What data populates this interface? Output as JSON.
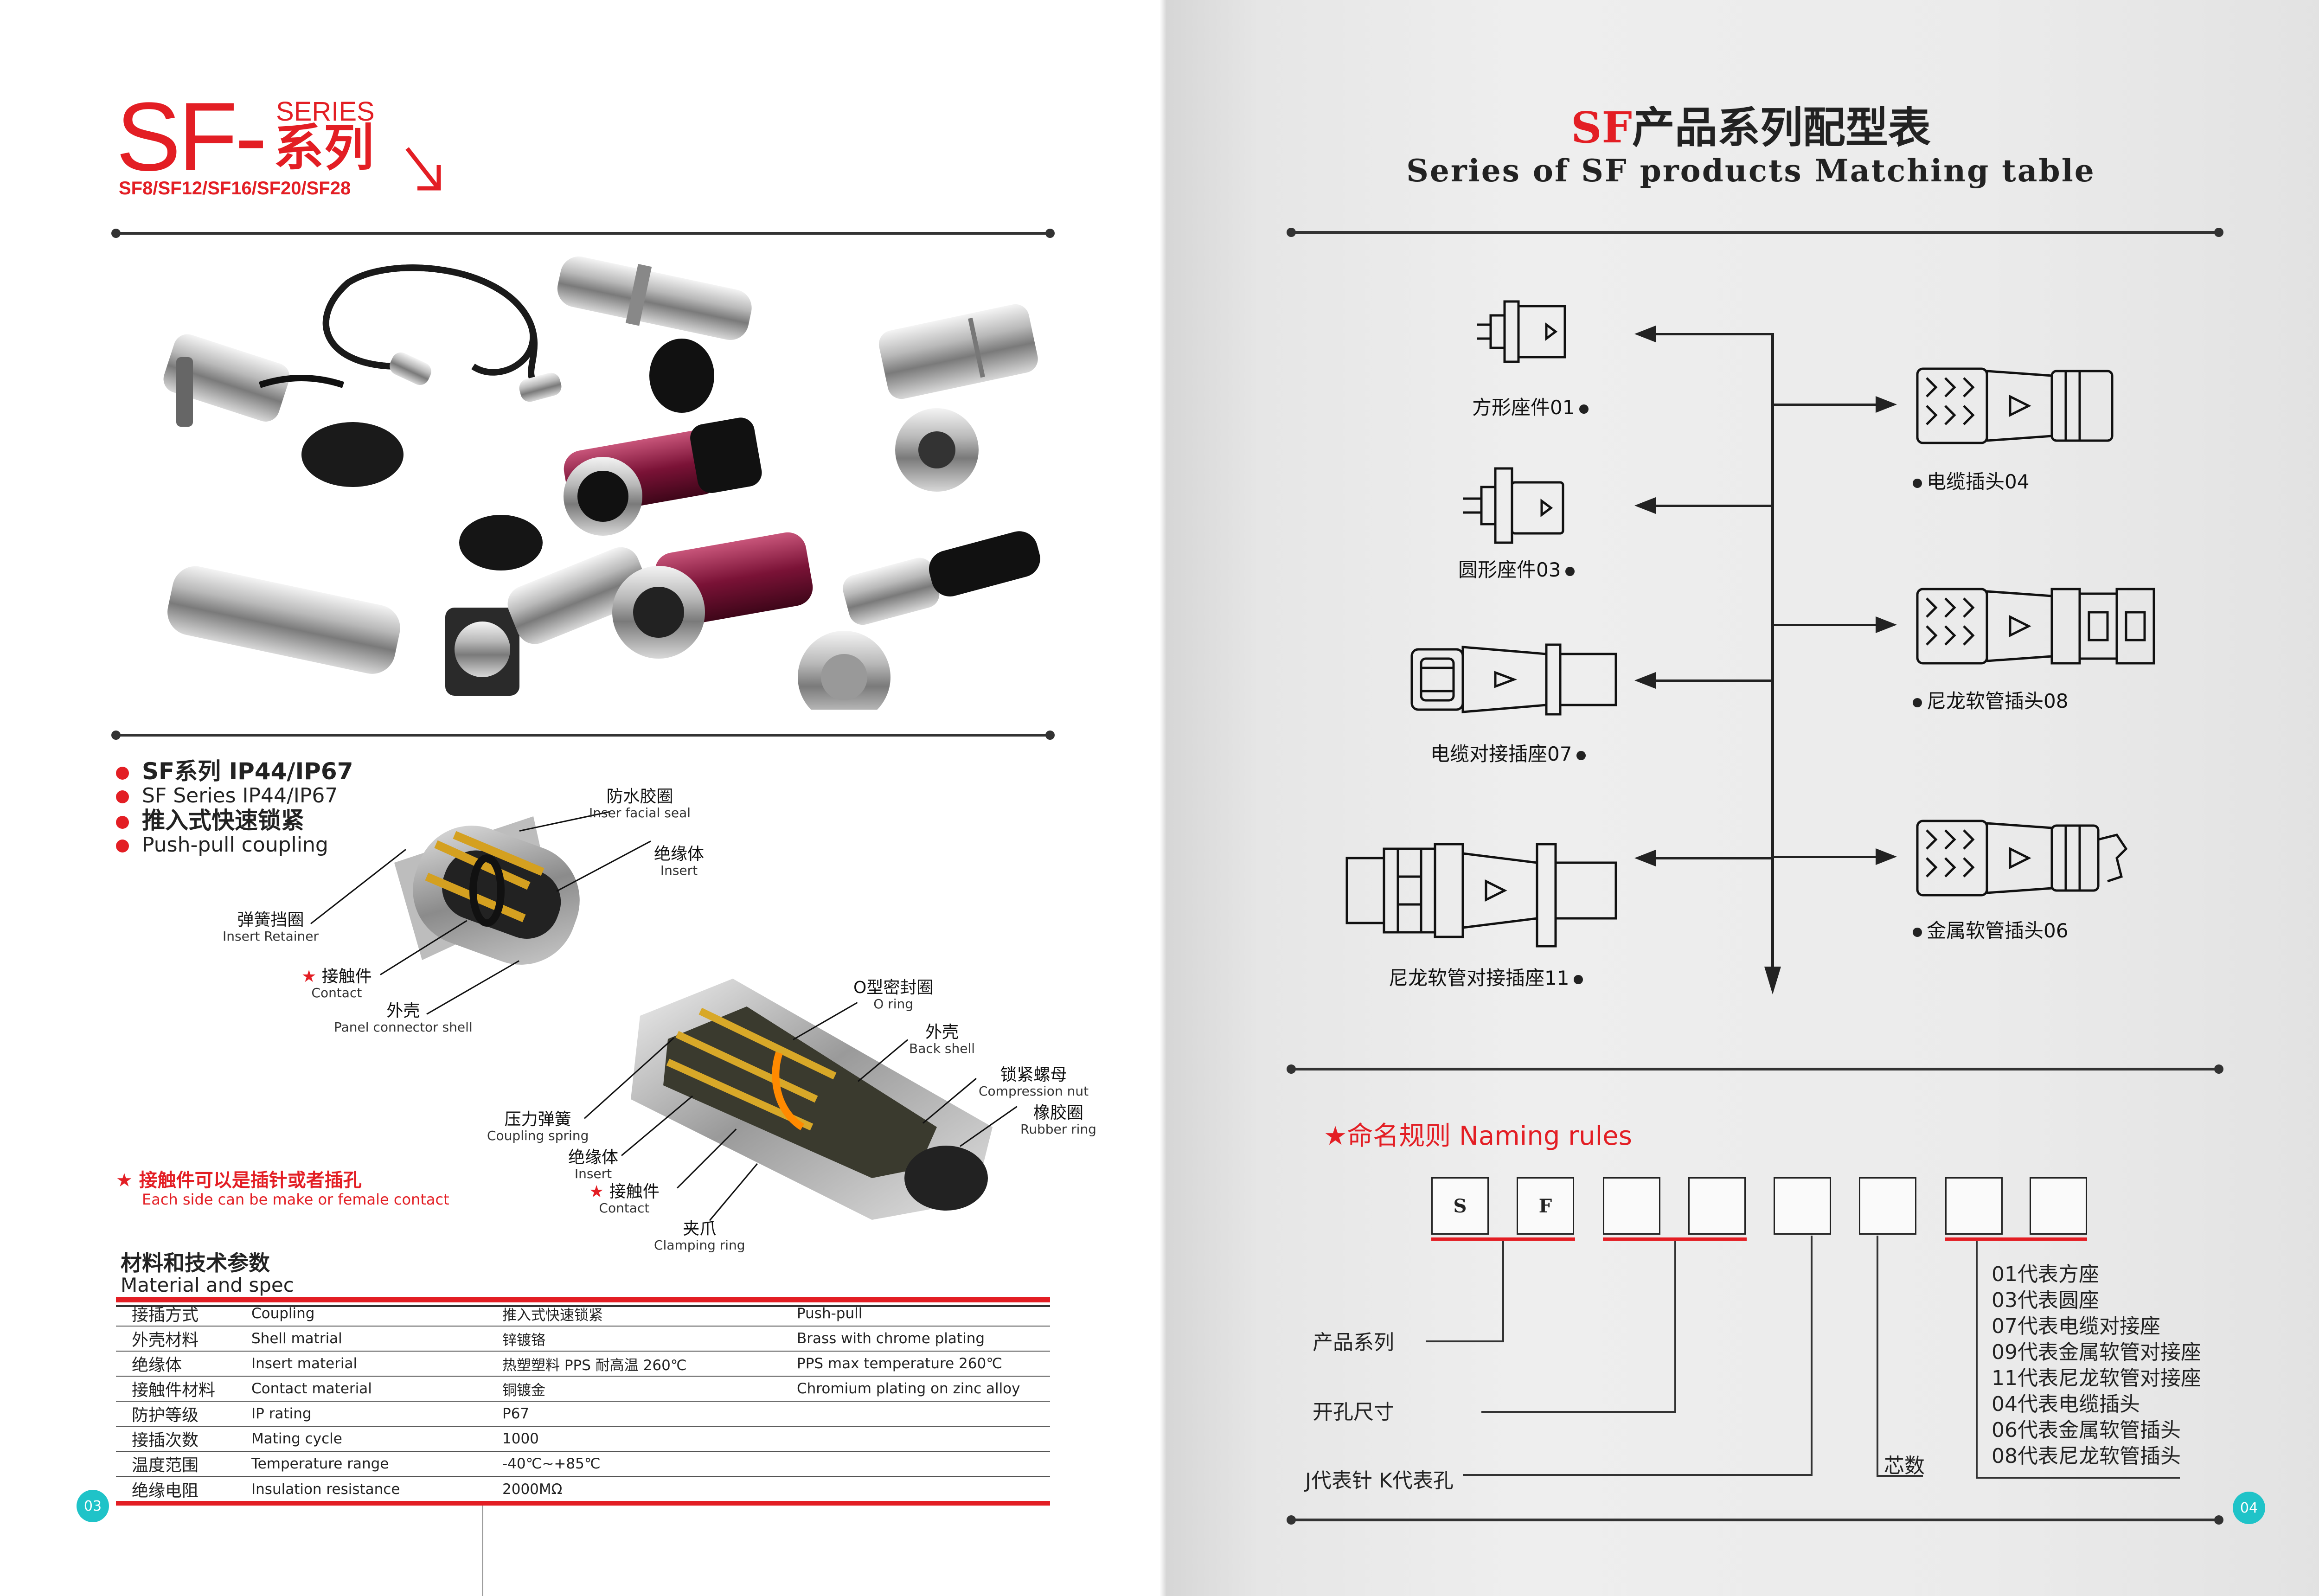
{
  "left": {
    "logo": {
      "main": "SF-",
      "series": "SERIES",
      "cn": "系列",
      "models": "SF8/SF12/SF16/SF20/SF28"
    },
    "features": [
      {
        "text": "SF系列   IP44/IP67",
        "bullet": true,
        "bold": true
      },
      {
        "text": "SF Series    IP44/IP67",
        "bullet": true,
        "bold": false
      },
      {
        "text": "推入式快速锁紧",
        "bullet": true,
        "bold": true
      },
      {
        "text": "Push-pull coupling",
        "bullet": true,
        "bold": false
      }
    ],
    "panel_labels": {
      "seal": {
        "cn": "防水胶圈",
        "en": "Inser  facial seal"
      },
      "insert": {
        "cn": "绝缘体",
        "en": "Insert"
      },
      "retainer": {
        "cn": "弹簧挡圈",
        "en": "Insert Retainer"
      },
      "contact": {
        "cn": "接触件",
        "en": "Contact"
      },
      "shell": {
        "cn": "外壳",
        "en": "Panel connector shell"
      }
    },
    "plug_labels": {
      "oring": {
        "cn": "O型密封圈",
        "en": "O ring"
      },
      "back": {
        "cn": "外壳",
        "en": "Back shell"
      },
      "nut": {
        "cn": "锁紧螺母",
        "en": "Compression nut"
      },
      "rubber": {
        "cn": "橡胶圈",
        "en": "Rubber ring"
      },
      "spring": {
        "cn": "压力弹簧",
        "en": "Coupling spring"
      },
      "insert": {
        "cn": "绝缘体",
        "en": "Insert"
      },
      "contact": {
        "cn": "接触件",
        "en": "Contact"
      },
      "clamp": {
        "cn": "夹爪",
        "en": "Clamping ring"
      }
    },
    "note": {
      "cn": "接触件可以是插针或者插孔",
      "en": "Each side can be make or female contact"
    },
    "spec_title": {
      "cn": "材料和技术参数",
      "en": "Material and spec"
    },
    "spec_rows": [
      {
        "cn": "接插方式",
        "en": "Coupling",
        "v_cn": "推入式快速锁紧",
        "v_en": "Push-pull"
      },
      {
        "cn": "外壳材料",
        "en": "Shell matrial",
        "v_cn": "锌镀铬",
        "v_en": "Brass with chrome plating"
      },
      {
        "cn": "绝缘体",
        "en": "Insert material",
        "v_cn": "热塑塑料 PPS 耐高温 260℃",
        "v_en": "PPS max temperature 260℃"
      },
      {
        "cn": "接触件材料",
        "en": "Contact material",
        "v_cn": "铜镀金",
        "v_en": "Chromium plating on zinc alloy"
      },
      {
        "cn": "防护等级",
        "en": "IP rating",
        "v_cn": "P67",
        "v_en": ""
      },
      {
        "cn": "接插次数",
        "en": "Mating cycle",
        "v_cn": "1000",
        "v_en": ""
      },
      {
        "cn": "温度范围",
        "en": "Temperature range",
        "v_cn": "-40℃~+85℃",
        "v_en": ""
      },
      {
        "cn": "绝缘电阻",
        "en": "Insulation resistance",
        "v_cn": "2000MΩ",
        "v_en": ""
      }
    ],
    "page_num": "03"
  },
  "right": {
    "title_red": "SF",
    "title_cn": "产品系列配型表",
    "title_en": "Series of SF products Matching table",
    "products_left": [
      "方形座件01",
      "圆形座件03",
      "电缆对接插座07",
      "尼龙软管对接插座11"
    ],
    "products_right": [
      "电缆插头04",
      "尼龙软管插头08",
      "金属软管插头06"
    ],
    "naming_title": "命名规则 Naming rules",
    "boxes": [
      "S",
      "F",
      "",
      "",
      "",
      "",
      "",
      ""
    ],
    "naming_labels": {
      "series": "产品系列",
      "size": "开孔尺寸",
      "jk": "J代表针  K代表孔",
      "cores": "芯数"
    },
    "naming_list": [
      "01代表方座",
      "03代表圆座",
      "07代表电缆对接座",
      "09代表金属软管对接座",
      "11代表尼龙软管对接座",
      "04代表电缆插头",
      "06代表金属软管插头",
      "08代表尼龙软管插头"
    ],
    "page_num": "04"
  }
}
